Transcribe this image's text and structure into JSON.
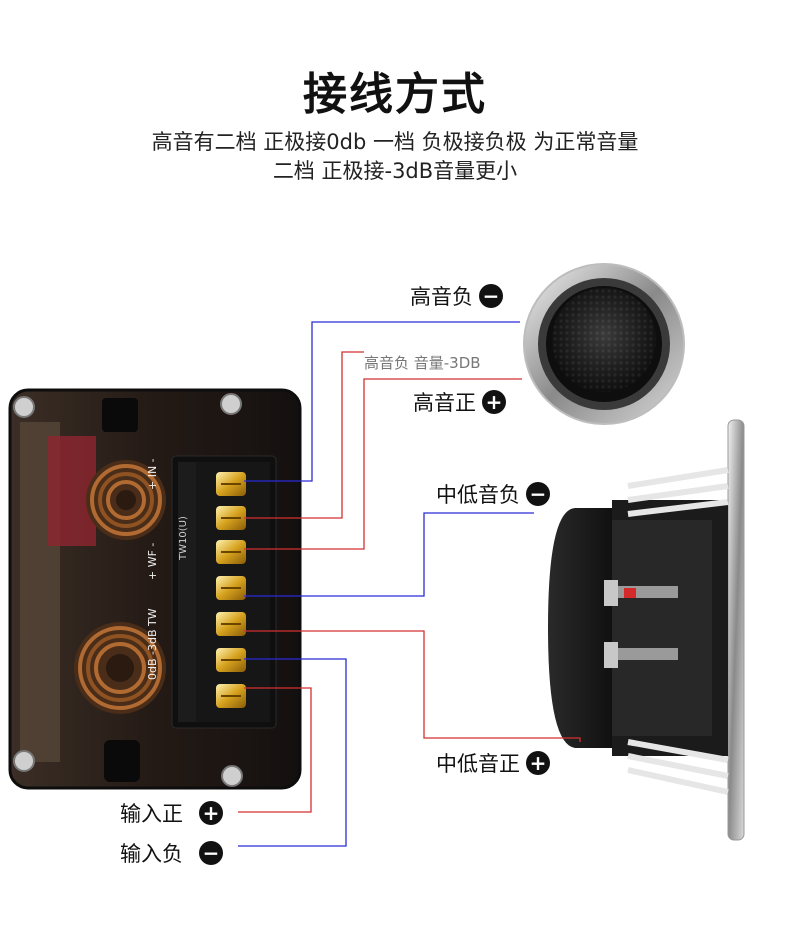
{
  "header": {
    "title": "接线方式",
    "line1": "高音有二档 正极接0db  一档 负极接负极 为正常音量",
    "line2": "二档 正极接-3dB音量更小"
  },
  "labels": {
    "tweeter_neg": "高音负",
    "tweeter_neg_3db": "高音负 音量-3DB",
    "tweeter_pos": "高音正",
    "mid_neg": "中低音负",
    "mid_pos": "中低音正",
    "input_pos": "输入正",
    "input_neg": "输入负"
  },
  "board_text": {
    "tw": "0dB -3dB TW",
    "wf": "+ WF -",
    "in": "+ IN -",
    "model": "TW10(U)"
  },
  "symbols": {
    "plus": "+",
    "minus": "−"
  },
  "colors": {
    "blue_wire": "#2b2bd8",
    "red_wire": "#d43030",
    "badge": "#111111"
  }
}
